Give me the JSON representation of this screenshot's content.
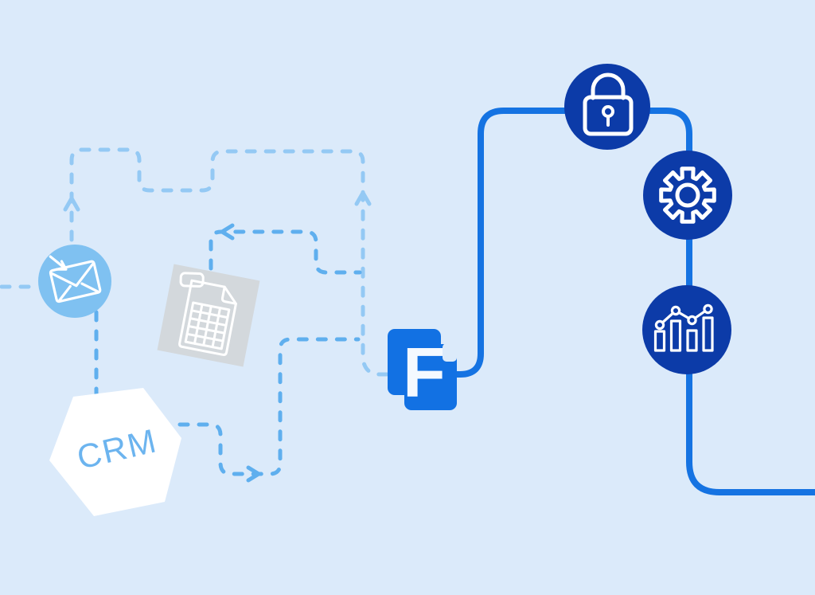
{
  "logo": {
    "letter": "F",
    "name": "form-app-logo"
  },
  "hexagon": {
    "label": "CRM"
  },
  "icons": {
    "email": "incoming-email-icon",
    "file": "spreadsheet-file-icon",
    "lock": "lock-icon",
    "gear": "gear-icon",
    "chart": "bar-chart-icon"
  },
  "colors": {
    "background": "#dbeafa",
    "dash_light": "#94c9f4",
    "dash_bright": "#5fafee",
    "line": "#1573e2",
    "brand": "#1271e3",
    "circle_dark": "#0c3ba8",
    "circle_light": "#7fc1f1",
    "gray": "#d3d8dc",
    "hexagon": "#ffffff",
    "crm_text": "#6cb4ef",
    "icon_stroke": "#ffffff",
    "logo_letter": "#f4f9ff"
  }
}
